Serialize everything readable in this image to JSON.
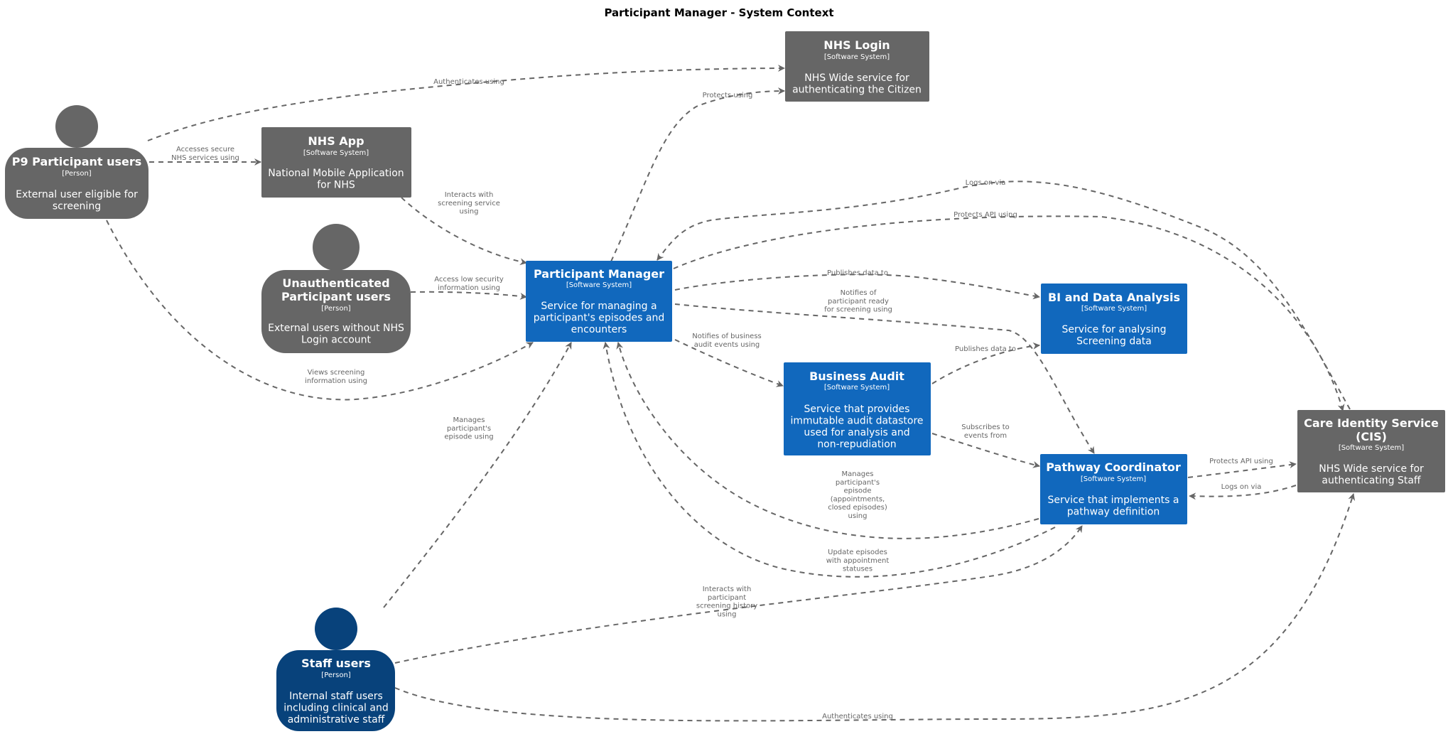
{
  "title": "Participant Manager - System Context",
  "colors": {
    "external": "#666666",
    "internal": "#1168BD",
    "staff": "#08427B",
    "edge": "#666666"
  },
  "nodes": {
    "p9": {
      "name": [
        "P9 Participant users"
      ],
      "type": "[Person]",
      "desc": [
        "External user eligible for",
        "screening"
      ]
    },
    "unauth": {
      "name": [
        "Unauthenticated",
        "Participant users"
      ],
      "type": "[Person]",
      "desc": [
        "External users without NHS",
        "Login account"
      ]
    },
    "staff": {
      "name": [
        "Staff users"
      ],
      "type": "[Person]",
      "desc": [
        "Internal staff users",
        "including clinical and",
        "administrative staff"
      ]
    },
    "nhsapp": {
      "name": [
        "NHS App"
      ],
      "type": "[Software System]",
      "desc": [
        "National Mobile Application",
        "for NHS"
      ]
    },
    "nhslogin": {
      "name": [
        "NHS Login"
      ],
      "type": "[Software System]",
      "desc": [
        "NHS Wide service for",
        "authenticating the Citizen"
      ]
    },
    "pm": {
      "name": [
        "Participant Manager"
      ],
      "type": "[Software System]",
      "desc": [
        "Service for managing a",
        "participant's episodes and",
        "encounters"
      ]
    },
    "bi": {
      "name": [
        "BI and Data Analysis"
      ],
      "type": "[Software System]",
      "desc": [
        "Service for analysing",
        "Screening data"
      ]
    },
    "audit": {
      "name": [
        "Business Audit"
      ],
      "type": "[Software System]",
      "desc": [
        "Service that provides",
        "immutable audit datastore",
        "used for analysis and",
        "non-repudiation"
      ]
    },
    "pathway": {
      "name": [
        "Pathway Coordinator"
      ],
      "type": "[Software System]",
      "desc": [
        "Service that implements a",
        "pathway definition"
      ]
    },
    "cis": {
      "name": [
        "Care Identity Service",
        "(CIS)"
      ],
      "type": "[Software System]",
      "desc": [
        "NHS Wide service for",
        "authenticating Staff"
      ]
    }
  },
  "edges": {
    "p9_login": [
      "Authenticates using"
    ],
    "p9_app": [
      "Accesses secure",
      "NHS services using"
    ],
    "p9_pm": [
      "Views screening",
      "information using"
    ],
    "app_pm": [
      "Interacts with",
      "screening service",
      "using"
    ],
    "unauth_pm": [
      "Access low security",
      "information using"
    ],
    "pm_login": [
      "Protects using"
    ],
    "cis_pm_logs": [
      "Logs on via"
    ],
    "pm_cis_protects": [
      "Protects API using"
    ],
    "pm_bi": [
      "Publishes data to"
    ],
    "pm_pathway": [
      "Notifies of",
      "participant ready",
      "for screening using"
    ],
    "pm_audit": [
      "Notifies of business",
      "audit events using"
    ],
    "audit_bi": [
      "Publishes data to"
    ],
    "audit_pathway": [
      "Subscribes to",
      "events from"
    ],
    "pathway_pm_manages": [
      "Manages",
      "participant's",
      "episode",
      "(appointments,",
      "closed episodes)",
      "using"
    ],
    "pathway_pm_update": [
      "Update episodes",
      "with appointment",
      "statuses"
    ],
    "staff_pm": [
      "Manages",
      "participant's",
      "episode using"
    ],
    "staff_pathway": [
      "Interacts with",
      "participant",
      "screening history",
      "using"
    ],
    "staff_cis": [
      "Authenticates using"
    ],
    "pathway_cis": [
      "Protects API using"
    ],
    "cis_pathway": [
      "Logs on via"
    ]
  }
}
